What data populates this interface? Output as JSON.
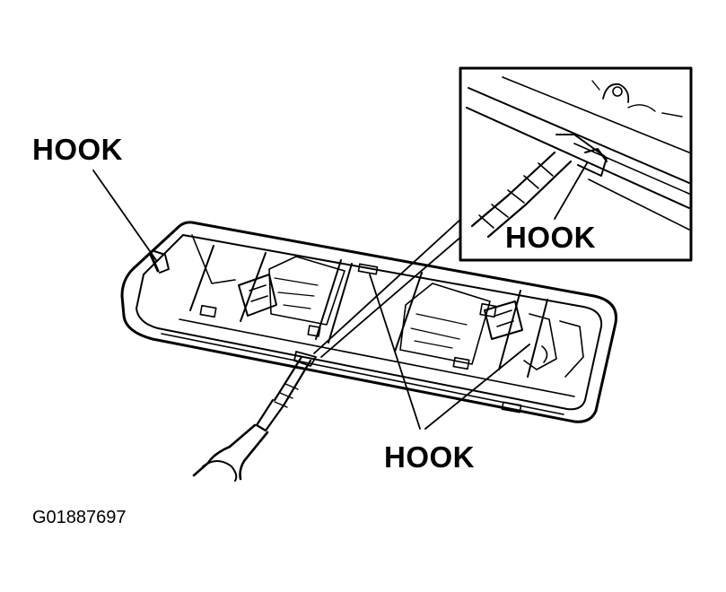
{
  "labels": {
    "hook_left": "HOOK",
    "hook_inset": "HOOK",
    "hook_bottom": "HOOK"
  },
  "figure_id": "G01887697",
  "colors": {
    "ink": "#000000",
    "paper": "#ffffff"
  }
}
